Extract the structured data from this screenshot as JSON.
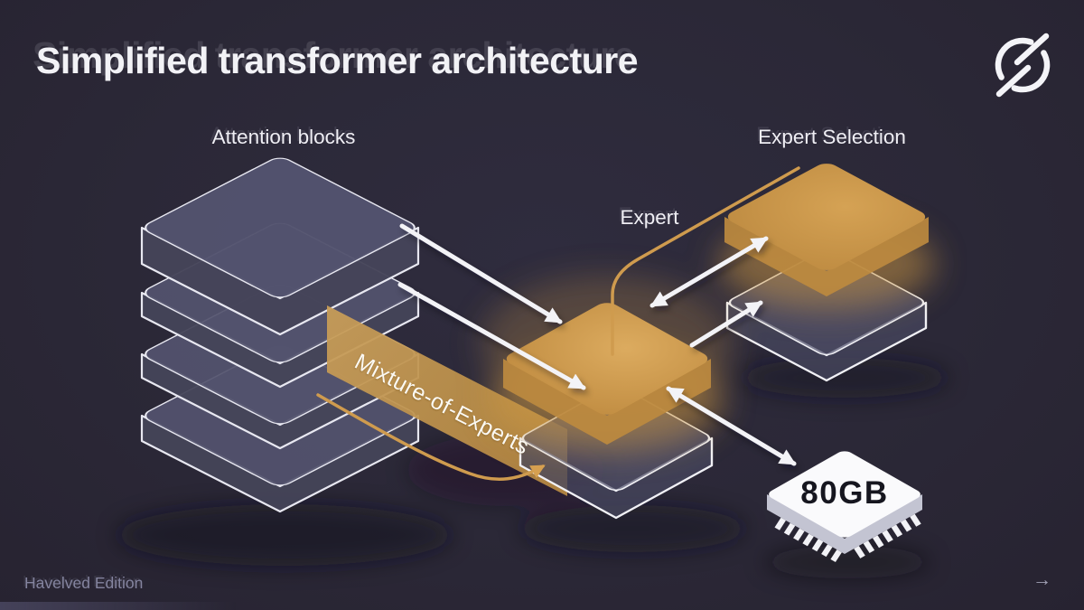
{
  "page": {
    "title": "Simplified transformer architecture"
  },
  "brand": {
    "logo_icon": "circle-slash-logo"
  },
  "diagram": {
    "attention": {
      "label": "Attention blocks"
    },
    "moe_band": {
      "label": "Mixture-of-Experts"
    },
    "expert": {
      "label": "Expert"
    },
    "expert_selection": {
      "label": "Expert Selection"
    },
    "memory_chip": {
      "capacity": "80GB"
    },
    "colors": {
      "background": "#2b2837",
      "slab_top": "#53536e",
      "slab_side": "#454459",
      "outline": "#e8e8f1",
      "glass_top": "#55556f",
      "glass_side": "#47465e",
      "gold": "#c79549",
      "gold_line": "#cf9b4e",
      "arrow": "#f3f3f7",
      "chip_top": "#fafafc",
      "chip_side": "#c3c4d2",
      "chip_text": "#16161f"
    }
  },
  "footer": {
    "edition": "Havelved Edition",
    "next_icon": "→"
  }
}
